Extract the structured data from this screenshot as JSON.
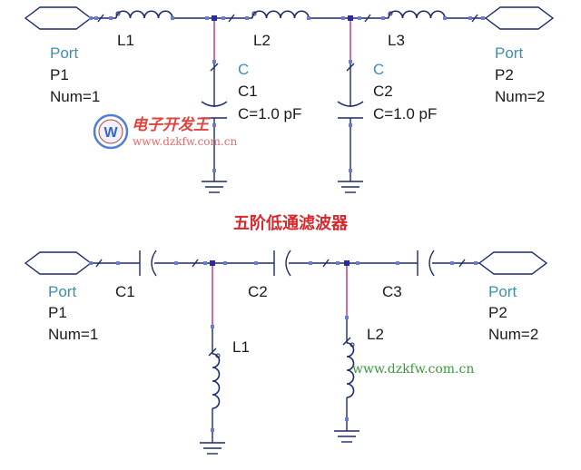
{
  "top": {
    "port1": {
      "type": "Port",
      "name": "P1",
      "num": "Num=1"
    },
    "port2": {
      "type": "Port",
      "name": "P2",
      "num": "Num=2"
    },
    "L1": "L1",
    "L2": "L2",
    "L3": "L3",
    "C1": {
      "type": "C",
      "name": "C1",
      "value": "C=1.0 pF"
    },
    "C2": {
      "type": "C",
      "name": "C2",
      "value": "C=1.0 pF"
    }
  },
  "title": "五阶低通滤波器",
  "bottom": {
    "port1": {
      "type": "Port",
      "name": "P1",
      "num": "Num=1"
    },
    "port2": {
      "type": "Port",
      "name": "P2",
      "num": "Num=2"
    },
    "C1": "C1",
    "C2": "C2",
    "C3": "C3",
    "L1": "L1",
    "L2": "L2"
  },
  "watermark": {
    "logo_letter": "W",
    "cn": "电子开发王",
    "url1": "www.dzkfw.com.cn",
    "url2": "www.dzkfw.com.cn"
  }
}
